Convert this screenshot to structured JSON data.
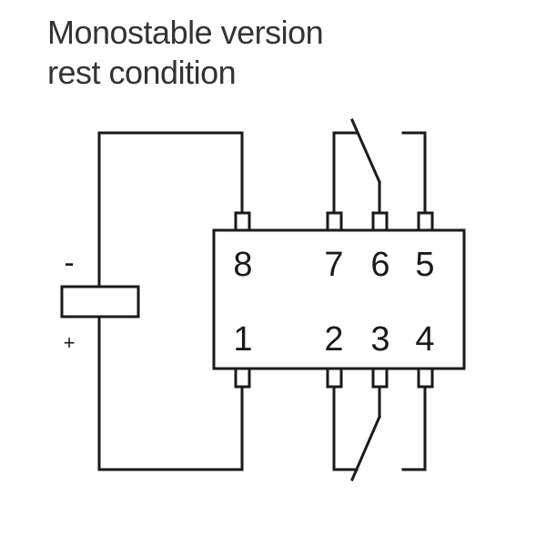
{
  "title": {
    "line1": "Monostable version",
    "line2": "rest condition"
  },
  "relay": {
    "pins_top": [
      "8",
      "7",
      "6",
      "5"
    ],
    "pins_bottom": [
      "1",
      "2",
      "3",
      "4"
    ]
  },
  "coil": {
    "minus_label": "-",
    "plus_label": "+"
  },
  "colors": {
    "line": "#1a1a1a",
    "text": "#333333",
    "background": "#ffffff"
  }
}
